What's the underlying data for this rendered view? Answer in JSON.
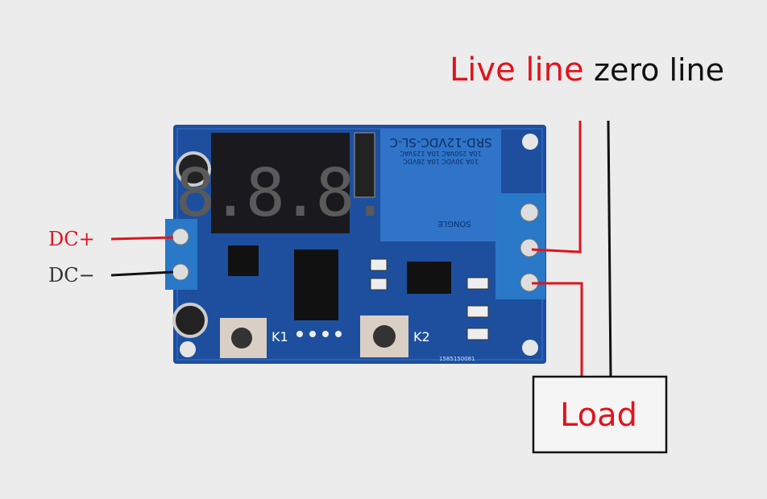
{
  "labels": {
    "live_line": "Live line",
    "zero_line": "zero line",
    "dc_plus": "DC+",
    "dc_minus": "DC−",
    "load": "Load"
  },
  "board": {
    "display": "8.8.8.",
    "button_k1": "K1",
    "button_k2": "K2",
    "serial": "1585150081",
    "relay_model": "SRD-12VDC-SL-C",
    "relay_rating_1": "10A 250VAC 10A 125VAC",
    "relay_rating_2": "10A 30VDC 10A 28VDC",
    "relay_brand": "SONGLE"
  },
  "colors": {
    "live": "#e0141c",
    "neutral": "#111111",
    "board": "#1d4f9e",
    "relay": "#2f74c8",
    "terminal": "#2a78c8"
  }
}
